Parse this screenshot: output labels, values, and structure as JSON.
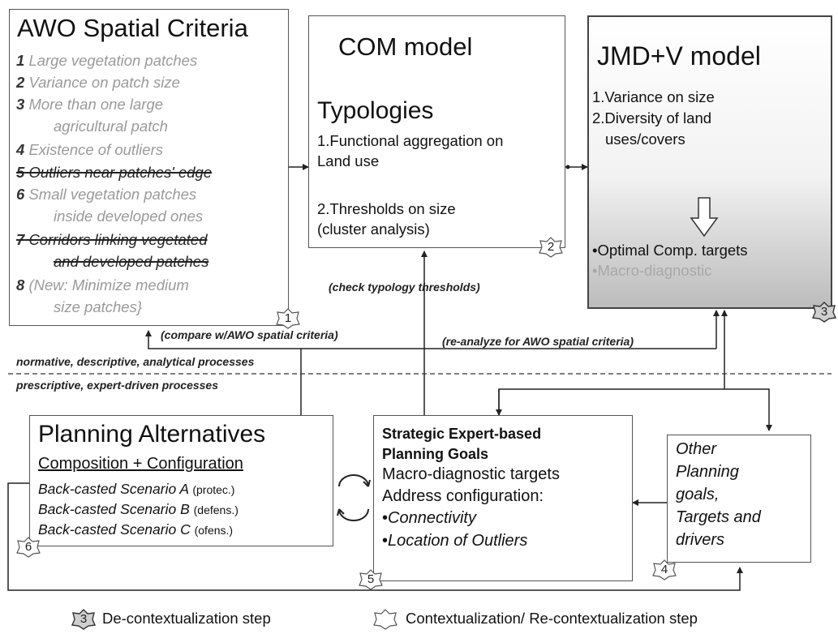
{
  "awo": {
    "title": "AWO Spatial Criteria",
    "items": [
      {
        "num": "1",
        "text": "Large vegetation patches"
      },
      {
        "num": "2",
        "text": "Variance on patch size"
      },
      {
        "num": "3",
        "text": "More than one large",
        "cont": "agricultural patch"
      },
      {
        "num": "4",
        "text": "Existence of outliers"
      },
      {
        "num": "5",
        "text": "Outliers near patches' edge"
      },
      {
        "num": "6",
        "text": "Small vegetation patches",
        "cont": "inside developed ones"
      },
      {
        "num": "7",
        "text": "Corridors linking vegetated",
        "cont": "and developed patches"
      },
      {
        "num": "8",
        "text": "(New: Minimize medium",
        "cont": "size patches}"
      }
    ]
  },
  "com": {
    "title": "COM model",
    "subtitle": "Typologies",
    "line1a": "1.Functional aggregation on",
    "line1b": "Land use",
    "line2a": "2.Thresholds on size",
    "line2b": "(cluster analysis)"
  },
  "jmd": {
    "title": "JMD+V model",
    "line1": "1.Variance on size",
    "line2a": "2.Diversity of land",
    "line2b": "uses/covers",
    "bullet1": "•Optimal Comp. targets",
    "bullet2": "•Macro-diagnostic"
  },
  "labels": {
    "check": "(check typology thresholds)",
    "compare": "(compare w/AWO spatial criteria)",
    "reanalyze": "(re-analyze for AWO spatial criteria)",
    "normative": "normative, descriptive, analytical processes",
    "prescriptive": "prescriptive, expert-driven processes"
  },
  "planning": {
    "title": "Planning Alternatives",
    "subtitle": "Composition + Configuration",
    "scenarios": [
      {
        "name": "Back-casted Scenario A",
        "tag": "(protec.)"
      },
      {
        "name": "Back-casted Scenario B",
        "tag": "(defens.)"
      },
      {
        "name": "Back-casted Scenario C",
        "tag": "(ofens.)"
      }
    ]
  },
  "strategic": {
    "title1": "Strategic Expert-based",
    "title2": "Planning Goals",
    "line1": "Macro-diagnostic targets",
    "line2": "Address configuration:",
    "bullet1": "Connectivity",
    "bullet2": "Location of Outliers"
  },
  "other": {
    "lines": [
      "Other",
      "Planning",
      "goals,",
      "Targets and",
      "drivers"
    ]
  },
  "badges": {
    "b1": "1",
    "b2": "2",
    "b3": "3",
    "b4": "4",
    "b5": "5",
    "b6": "6"
  },
  "legend": {
    "badge": "3",
    "decontext": "De-contextualization step",
    "context": "Contextualization/ Re-contextualization step"
  }
}
